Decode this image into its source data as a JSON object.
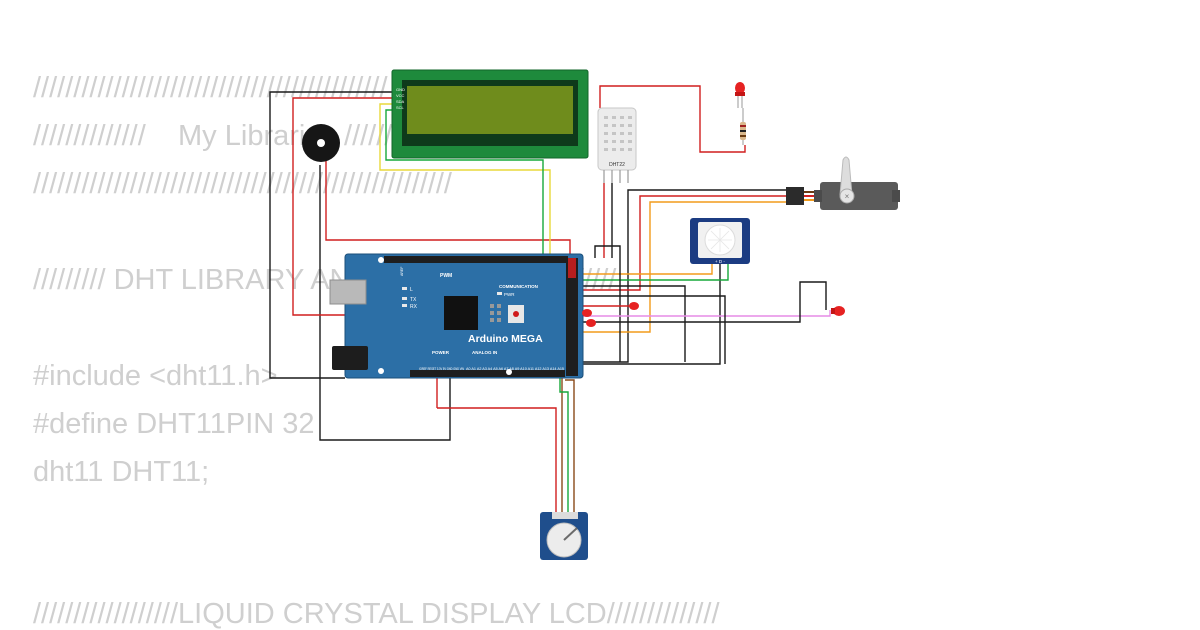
{
  "code_lines": [
    "////////////////////////////////////////////",
    "//////////////    My Libraries ///////////////",
    "////////////////////////////////////////////////////",
    "///////// DHT LIBRARY AND DEFINITION ////////",
    "#include <dht11.h>",
    "#define DHT11PIN 32",
    "dht11 DHT11;",
    "//////////////////LIQUID CRYSTAL DISPLAY LCD//////////////"
  ],
  "board": {
    "name": "Arduino MEGA",
    "pwm": "PWM",
    "communication": "COMMUNICATION",
    "power": "POWER",
    "analog_in": "ANALOG IN",
    "led_l": "L",
    "led_tx": "TX",
    "led_rx": "RX",
    "pwr": "PWR",
    "aref": "AREF",
    "power_pins": "IOREF RESET 3.3V 5V GND GND VIN",
    "analog_pins": "A0 A1 A2 A3 A4 A5 A6 A7 A8 A9 A10 A11 A12 A13 A14 A15",
    "colors": {
      "pcb": "#2c6fa6",
      "edge": "#1b4f7a",
      "header": "#1e1e1e"
    }
  },
  "lcd": {
    "pins": [
      "GND",
      "VCC",
      "SDA",
      "SCL"
    ],
    "colors": {
      "pcb": "#1e8a3c",
      "screen": "#6f8c1c"
    }
  },
  "dht": {
    "label": "DHT22"
  },
  "pir": {
    "label": "+ D -"
  },
  "wire_colors": {
    "red": "#d11f1f",
    "black": "#1a1a1a",
    "green": "#17a83a",
    "yellow": "#e8d83a",
    "orange": "#f29b1b",
    "pink": "#e58be6",
    "brown": "#8a4a1a"
  }
}
